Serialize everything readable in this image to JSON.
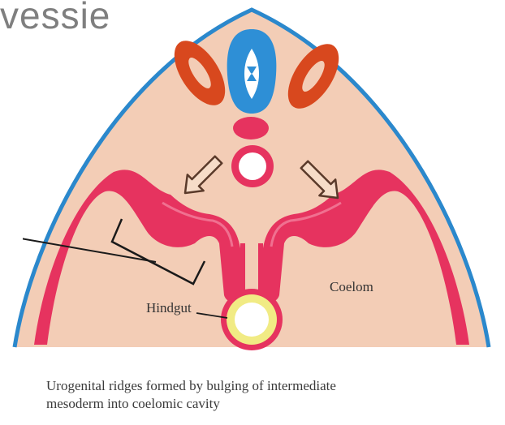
{
  "heading_fragment": "vessie",
  "labels": {
    "hindgut": "Hindgut",
    "coelom": "Coelom"
  },
  "caption": {
    "line1": "Urogenital ridges formed by bulging of intermediate",
    "line2": "mesoderm into coelomic cavity"
  },
  "colors": {
    "background_tissue": "#f3cdb6",
    "ectoderm": "#2b88cc",
    "neural_tube": "#2e8fd6",
    "somite": "#d8481e",
    "ridge": "#e6335f",
    "gut_ring": "#f1eb84"
  }
}
